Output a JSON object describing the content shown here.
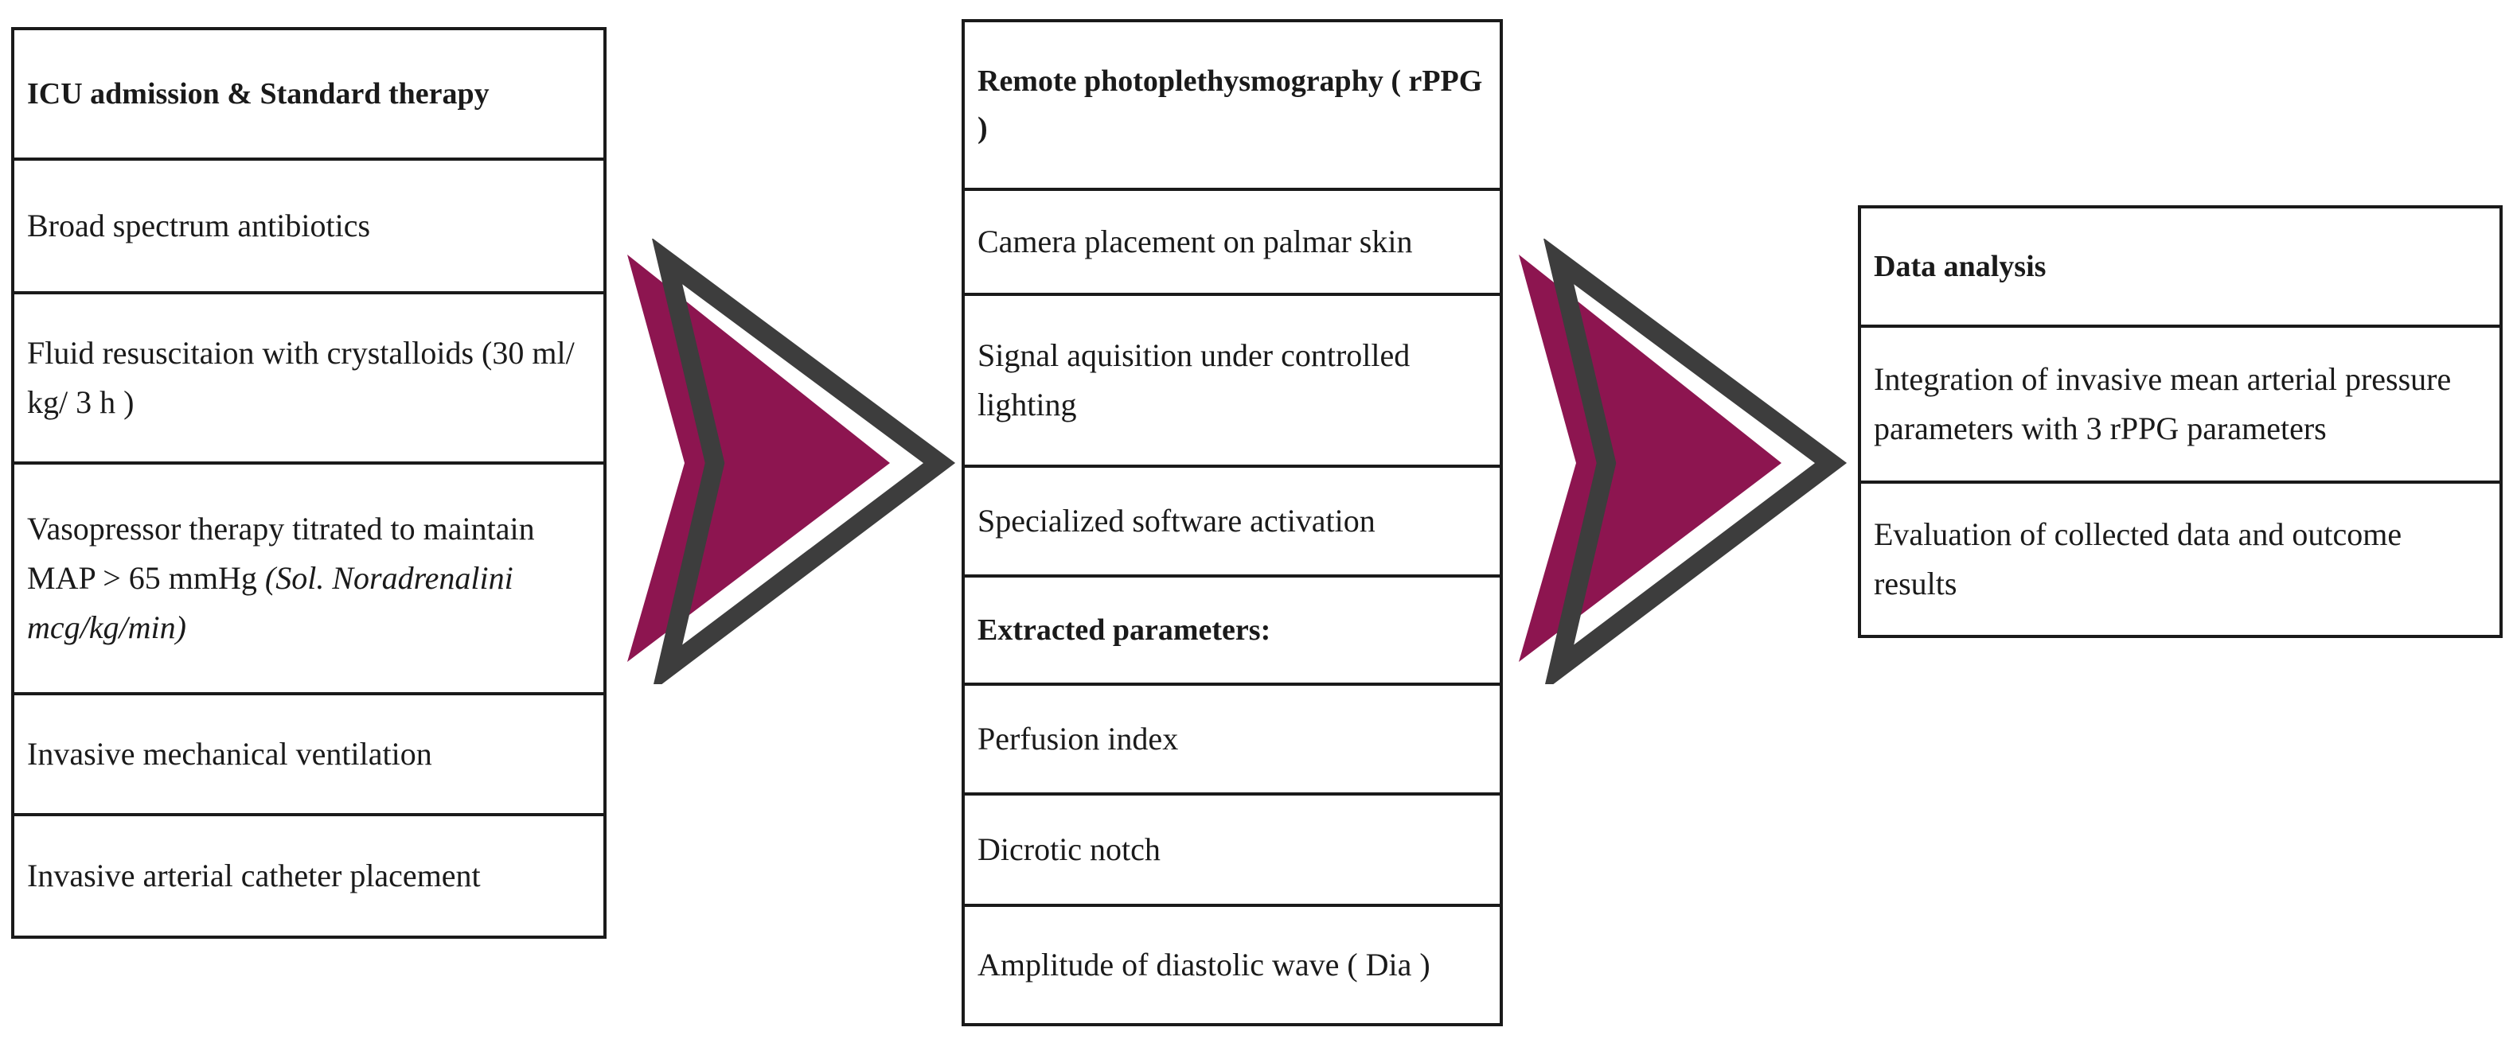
{
  "colors": {
    "arrow_fill": "#8d1550",
    "arrow_outline": "#3d3d3d",
    "border": "#1a1a1a"
  },
  "stage1": {
    "header": "ICU admission & Standard therapy",
    "items": [
      "Broad spectrum antibiotics",
      "Fluid resuscitaion with crystalloids (30 ml/ kg/ 3 h )",
      "Vasopressor therapy titrated to maintain MAP > 65 mmHg",
      "Invasive mechanical ventilation",
      "Invasive arterial catheter placement"
    ],
    "vasopressor_note": "(Sol. Noradrenalini mcg/kg/min)"
  },
  "stage2": {
    "header": "Remote photoplethysmography ( rPPG )",
    "items": [
      "Camera placement on palmar skin",
      "Signal aquisition under controlled lighting",
      "Specialized software activation"
    ],
    "params_header": "Extracted parameters:",
    "params": [
      "Perfusion index",
      "Dicrotic notch",
      "Amplitude of diastolic wave ( Dia )"
    ]
  },
  "stage3": {
    "header": "Data analysis",
    "items": [
      "Integration of invasive mean arterial pressure parameters with 3 rPPG parameters",
      "Evaluation of collected data and outcome results"
    ]
  }
}
